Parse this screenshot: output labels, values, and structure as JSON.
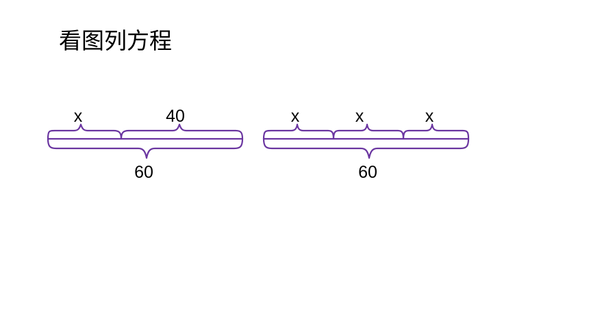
{
  "title": "看图列方程",
  "stroke_color": "#6a35a0",
  "diagrams": [
    {
      "top_labels": [
        "x",
        "40"
      ],
      "bottom_label": "60"
    },
    {
      "top_labels": [
        "x",
        "x",
        "x"
      ],
      "bottom_label": "60"
    }
  ]
}
